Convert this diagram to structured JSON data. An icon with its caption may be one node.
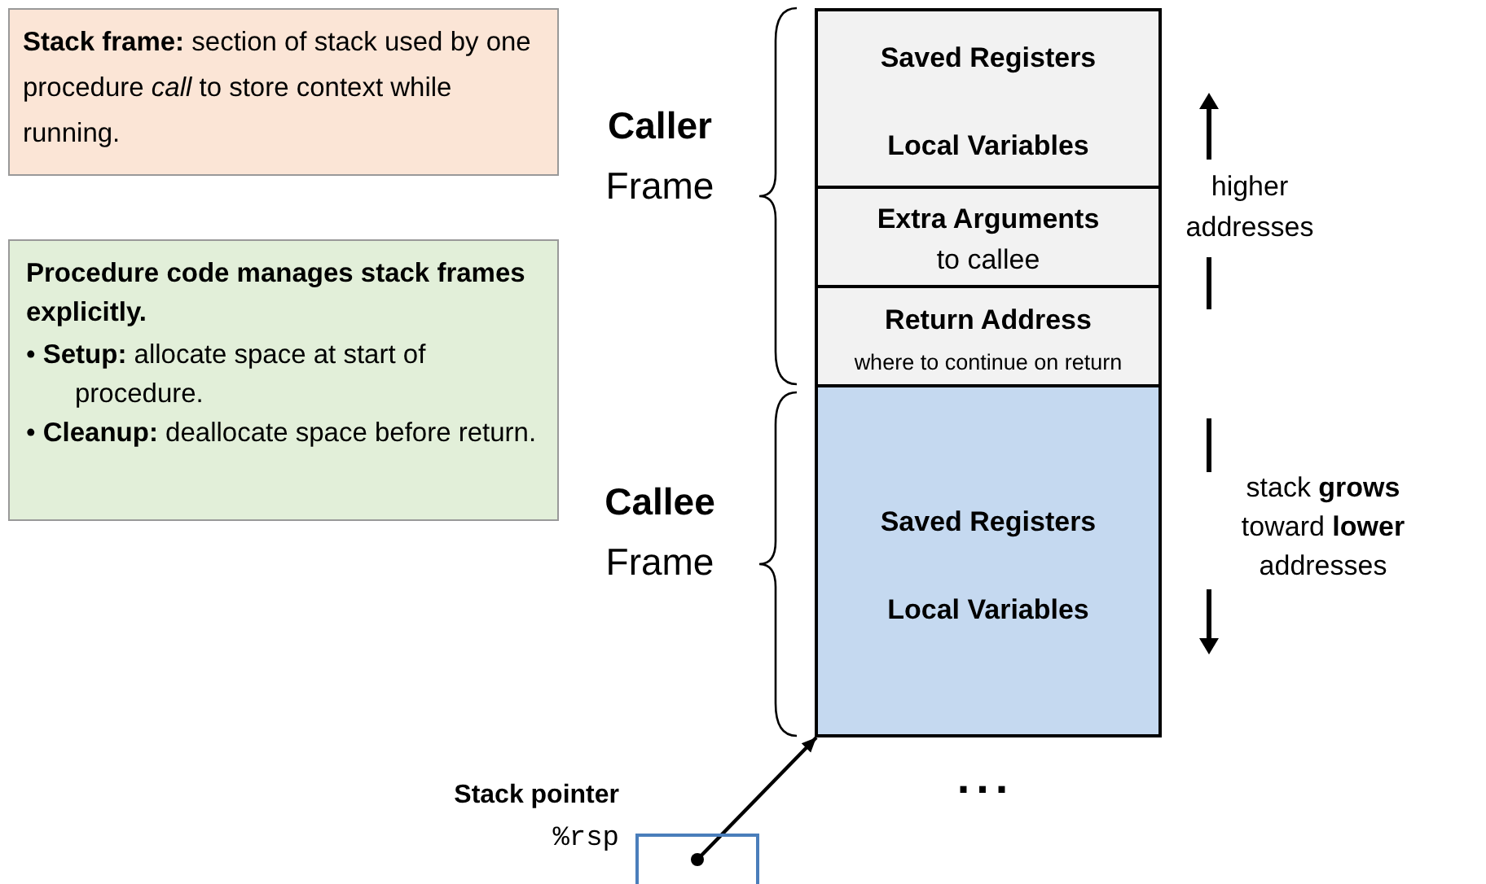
{
  "diagram": {
    "nodes": [
      {
        "text": [
          "**Stack frame:** section of stack used by one procedure *call* to store context while running."
        ]
      },
      {
        "text": [
          "Procedure code manages stack frames explicitly.",
          "• **Setup:** allocate space at start of procedure.",
          "• **Cleanup:** deallocate space before return."
        ]
      },
      {
        "text": [
          "Saved Registers",
          "Local Variables"
        ]
      },
      {
        "text": [
          "Extra Arguments",
          "to callee"
        ]
      },
      {
        "text": [
          "Return Address",
          "where to continue on return"
        ]
      },
      {
        "text": [
          "Saved Registers",
          "Local Variables"
        ]
      },
      {
        "text": [],
        "shape": "box",
        "beside": [
          "Stack pointer",
          "%rsp"
        ]
      }
    ],
    "edges": [
      {
        "from": 6,
        "to": 5,
        "arrow": "to"
      }
    ],
    "labels": [
      "Caller",
      "Frame",
      "Callee",
      "Frame",
      "higher addresses",
      "stack **grows** toward **lower** addresses",
      "..."
    ]
  }
}
